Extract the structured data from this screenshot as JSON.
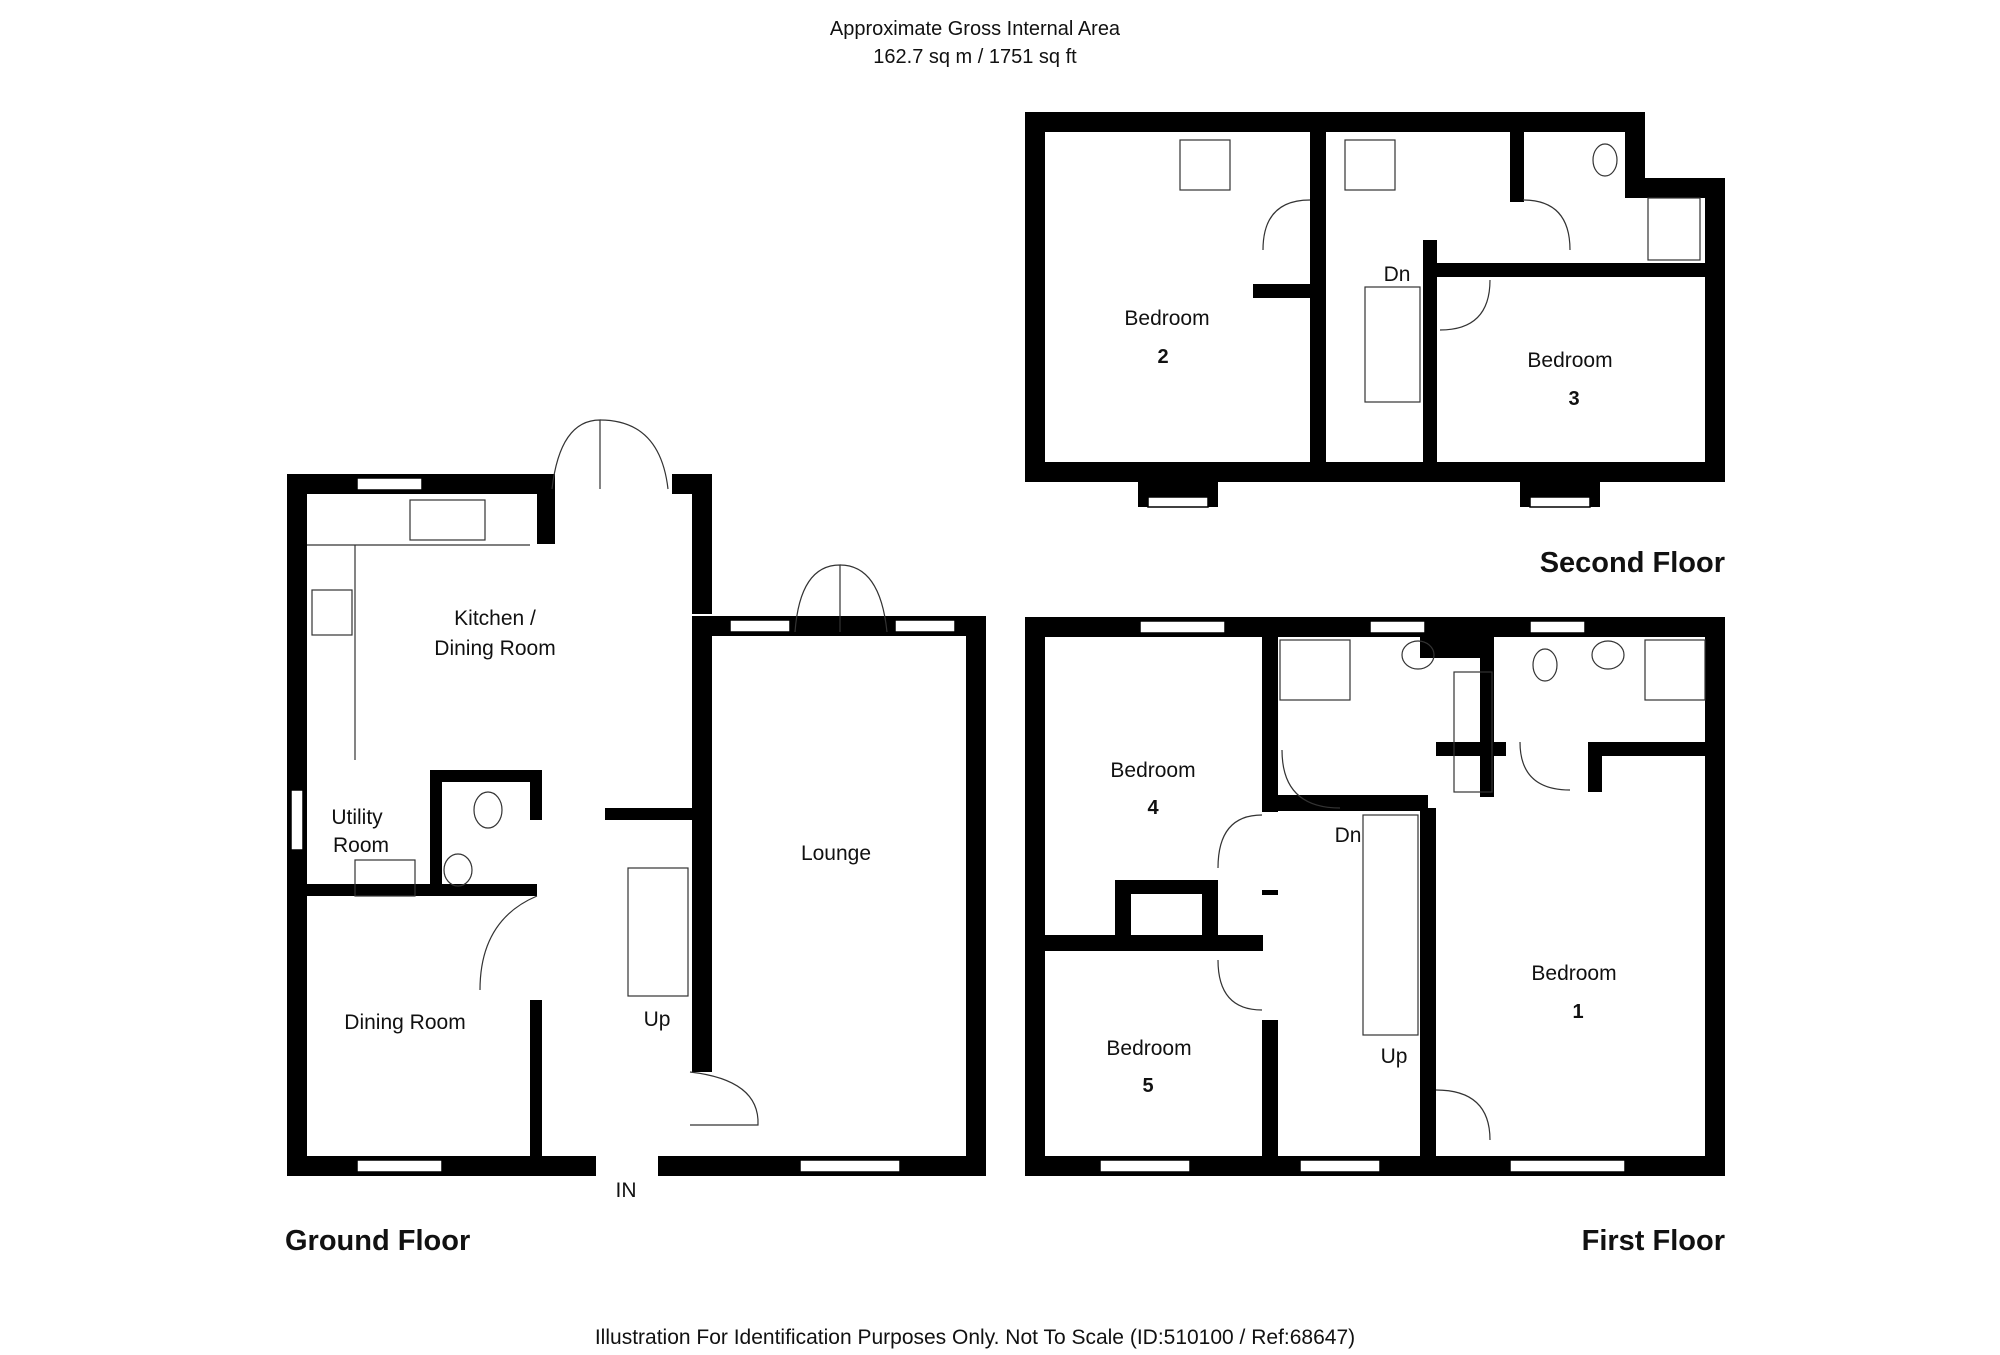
{
  "header": {
    "line1": "Approximate Gross Internal Area",
    "line2": "162.7 sq m / 1751 sq ft"
  },
  "floors": {
    "ground": "Ground Floor",
    "first": "First Floor",
    "second": "Second Floor"
  },
  "rooms": {
    "kitchen_line1": "Kitchen /",
    "kitchen_line2": "Dining Room",
    "utility_line1": "Utility",
    "utility_line2": "Room",
    "dining": "Dining Room",
    "lounge": "Lounge",
    "bedroom": "Bedroom",
    "bed1_num": "1",
    "bed2_num": "2",
    "bed3_num": "3",
    "bed4_num": "4",
    "bed5_num": "5"
  },
  "labels": {
    "up": "Up",
    "dn": "Dn",
    "entrance": "IN"
  },
  "footer": {
    "disclaimer": "Illustration For Identification Purposes Only. Not To Scale (ID:510100 / Ref:68647)"
  }
}
